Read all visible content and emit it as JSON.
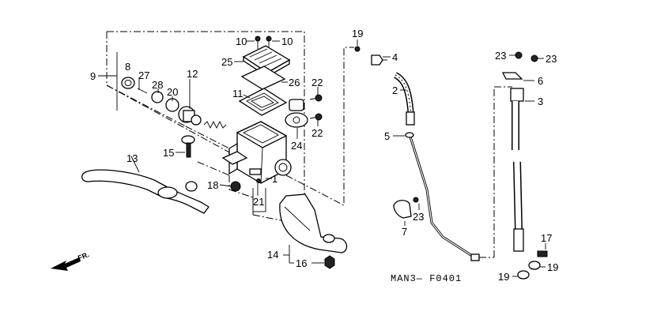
{
  "diagram_code": "MAN3— F0401",
  "direction_marker": {
    "text": "FR.",
    "icon": "front-direction-arrow-icon"
  },
  "callouts": {
    "c1": "1",
    "c2": "2",
    "c3": "3",
    "c4": "4",
    "c5": "5",
    "c6": "6",
    "c7": "7",
    "c8": "8",
    "c9": "9",
    "c10a": "10",
    "c10b": "10",
    "c11": "11",
    "c12": "12",
    "c13": "13",
    "c14": "14",
    "c15": "15",
    "c16": "16",
    "c17": "17",
    "c18": "18",
    "c19a": "19",
    "c19b": "19",
    "c19c": "19",
    "c20": "20",
    "c21": "21",
    "c22a": "22",
    "c22b": "22",
    "c23a": "23",
    "c23b": "23",
    "c23c": "23",
    "c24": "24",
    "c25": "25",
    "c26": "26",
    "c27": "27",
    "c28": "28"
  }
}
